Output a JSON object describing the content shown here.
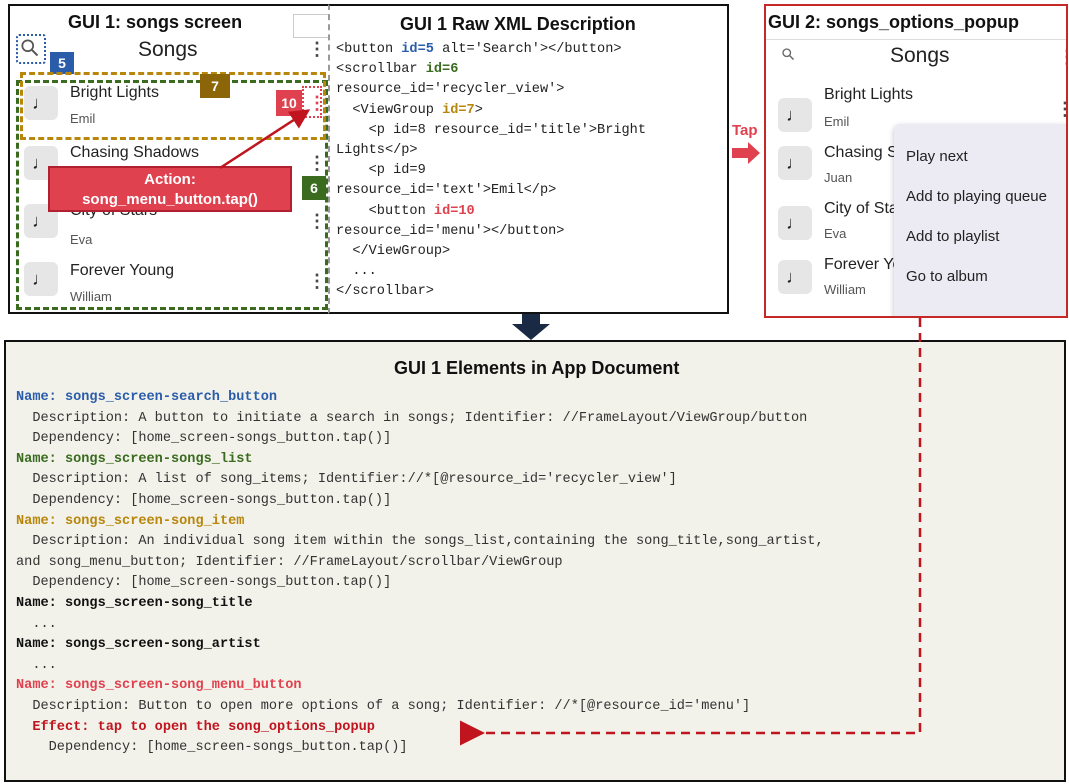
{
  "gui1": {
    "label": "GUI 1: songs  screen",
    "app_title": "Songs",
    "songs": [
      {
        "title": "Bright Lights",
        "artist": "Emil"
      },
      {
        "title": "Chasing Shadows",
        "artist": ""
      },
      {
        "title": "City of Stars",
        "artist": "Eva"
      },
      {
        "title": "Forever Young",
        "artist": "William"
      }
    ],
    "tags": {
      "search": "5",
      "list": "6",
      "item": "7",
      "menu": "10"
    },
    "action_label_1": "Action:",
    "action_label_2": "song_menu_button.tap()"
  },
  "xml": {
    "title": "GUI 1 Raw XML Description",
    "lines": [
      [
        {
          "t": "<button "
        },
        {
          "t": "id=5",
          "c": "blue"
        },
        {
          "t": " alt='Search'></button>"
        }
      ],
      [
        {
          "t": "<scrollbar "
        },
        {
          "t": "id=6",
          "c": "green"
        }
      ],
      [
        {
          "t": "resource_id='recycler_view'>"
        }
      ],
      [
        {
          "t": "  <ViewGroup "
        },
        {
          "t": "id=7",
          "c": "gold"
        },
        {
          "t": ">"
        }
      ],
      [
        {
          "t": "    <p id=8 resource_id='title'>Bright"
        }
      ],
      [
        {
          "t": "Lights</p>"
        }
      ],
      [
        {
          "t": "    <p id=9"
        }
      ],
      [
        {
          "t": "resource_id='text'>Emil</p>"
        }
      ],
      [
        {
          "t": "    <button "
        },
        {
          "t": "id=10",
          "c": "red"
        }
      ],
      [
        {
          "t": "resource_id='menu'></button>"
        }
      ],
      [
        {
          "t": "  </ViewGroup>"
        }
      ],
      [
        {
          "t": "  ..."
        }
      ],
      [
        {
          "t": "</scrollbar>"
        }
      ]
    ]
  },
  "tap_label": "Tap",
  "gui2": {
    "label": "GUI 2: songs_options_popup",
    "app_title": "Songs",
    "songs": [
      {
        "title": "Bright Lights",
        "artist": "Emil"
      },
      {
        "title": "Chasing S",
        "artist": "Juan"
      },
      {
        "title": "City of Sta",
        "artist": "Eva"
      },
      {
        "title": "Forever Yo",
        "artist": "William"
      }
    ],
    "menu_items": [
      "Play next",
      "Add to playing queue",
      "Add to playlist",
      "Go to album"
    ]
  },
  "doc": {
    "title": "GUI 1 Elements in App Document",
    "lines": [
      {
        "text": "Name: songs_screen-search_button",
        "kind": "name",
        "color": "blue"
      },
      {
        "text": "  Description: A button to initiate a search in songs; Identifier: //FrameLayout/ViewGroup/button",
        "kind": "body"
      },
      {
        "text": "  Dependency: [home_screen-songs_button.tap()]",
        "kind": "body"
      },
      {
        "text": "Name: songs_screen-songs_list",
        "kind": "name",
        "color": "green"
      },
      {
        "text": "  Description: A list of song_items; Identifier://*[@resource_id='recycler_view']",
        "kind": "body"
      },
      {
        "text": "  Dependency: [home_screen-songs_button.tap()]",
        "kind": "body"
      },
      {
        "text": "Name: songs_screen-song_item",
        "kind": "name",
        "color": "gold"
      },
      {
        "text": "  Description: An individual song item within the songs_list,containing the song_title,song_artist,",
        "kind": "body"
      },
      {
        "text": "and song_menu_button; Identifier: //FrameLayout/scrollbar/ViewGroup",
        "kind": "body"
      },
      {
        "text": "  Dependency: [home_screen-songs_button.tap()]",
        "kind": "body"
      },
      {
        "text": "Name: songs_screen-song_title",
        "kind": "name",
        "color": "black"
      },
      {
        "text": "  ...",
        "kind": "body"
      },
      {
        "text": "Name: songs_screen-song_artist",
        "kind": "name",
        "color": "black"
      },
      {
        "text": "  ...",
        "kind": "body"
      },
      {
        "text": "Name: songs_screen-song_menu_button",
        "kind": "name",
        "color": "red"
      },
      {
        "text": "  Description: Button to open more options of a song; Identifier: //*[@resource_id='menu']",
        "kind": "body"
      },
      {
        "text": "  Effect: tap to open the song_options_popup",
        "kind": "effect"
      },
      {
        "text": "    Dependency: [home_screen-songs_button.tap()]",
        "kind": "body"
      }
    ]
  },
  "colors": {
    "blue": "#2a5caa",
    "green": "#3a6b1f",
    "gold": "#b8860b",
    "red": "#e0414f",
    "darkred": "#c0141e",
    "brown": "#8b6508"
  }
}
